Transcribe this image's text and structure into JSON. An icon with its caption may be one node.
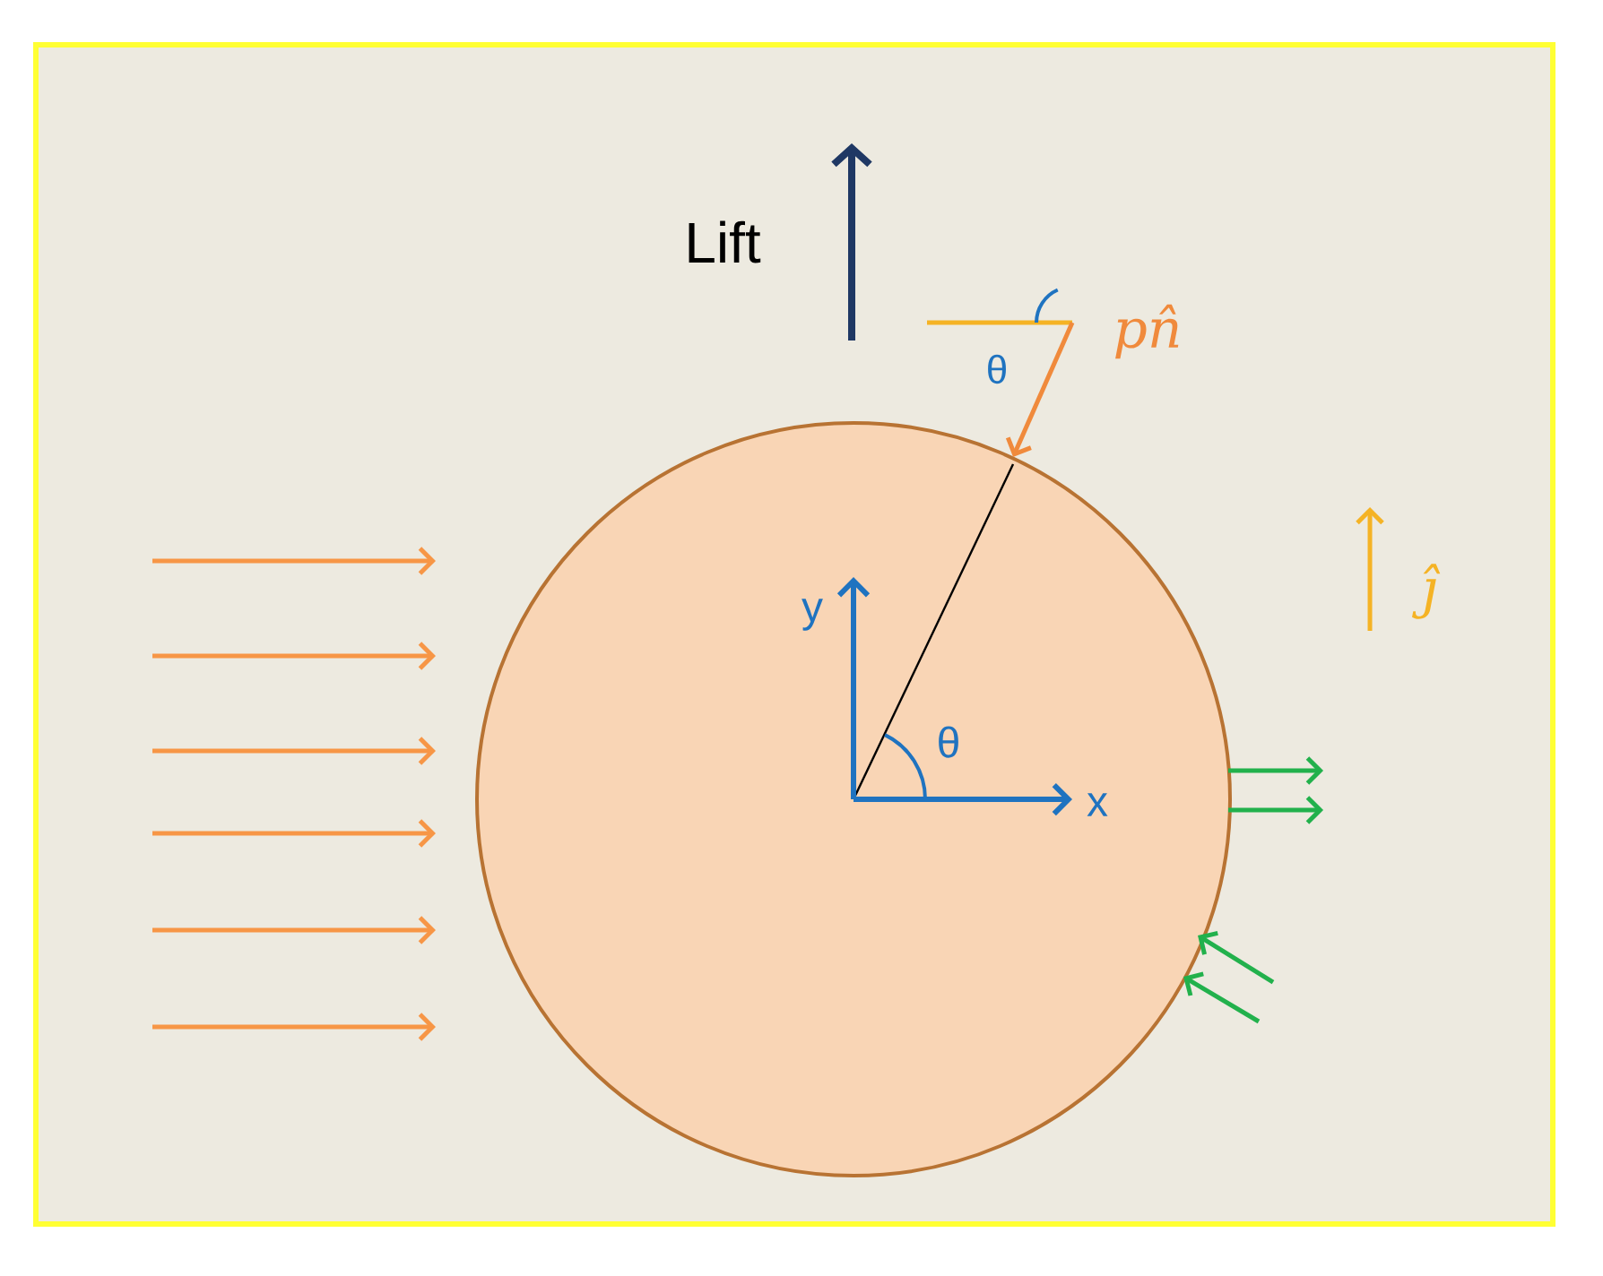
{
  "diagram": {
    "labels": [
      "Lift",
      "θ",
      "pn̂",
      "ĵ",
      "y",
      "θ",
      "x"
    ]
  }
}
